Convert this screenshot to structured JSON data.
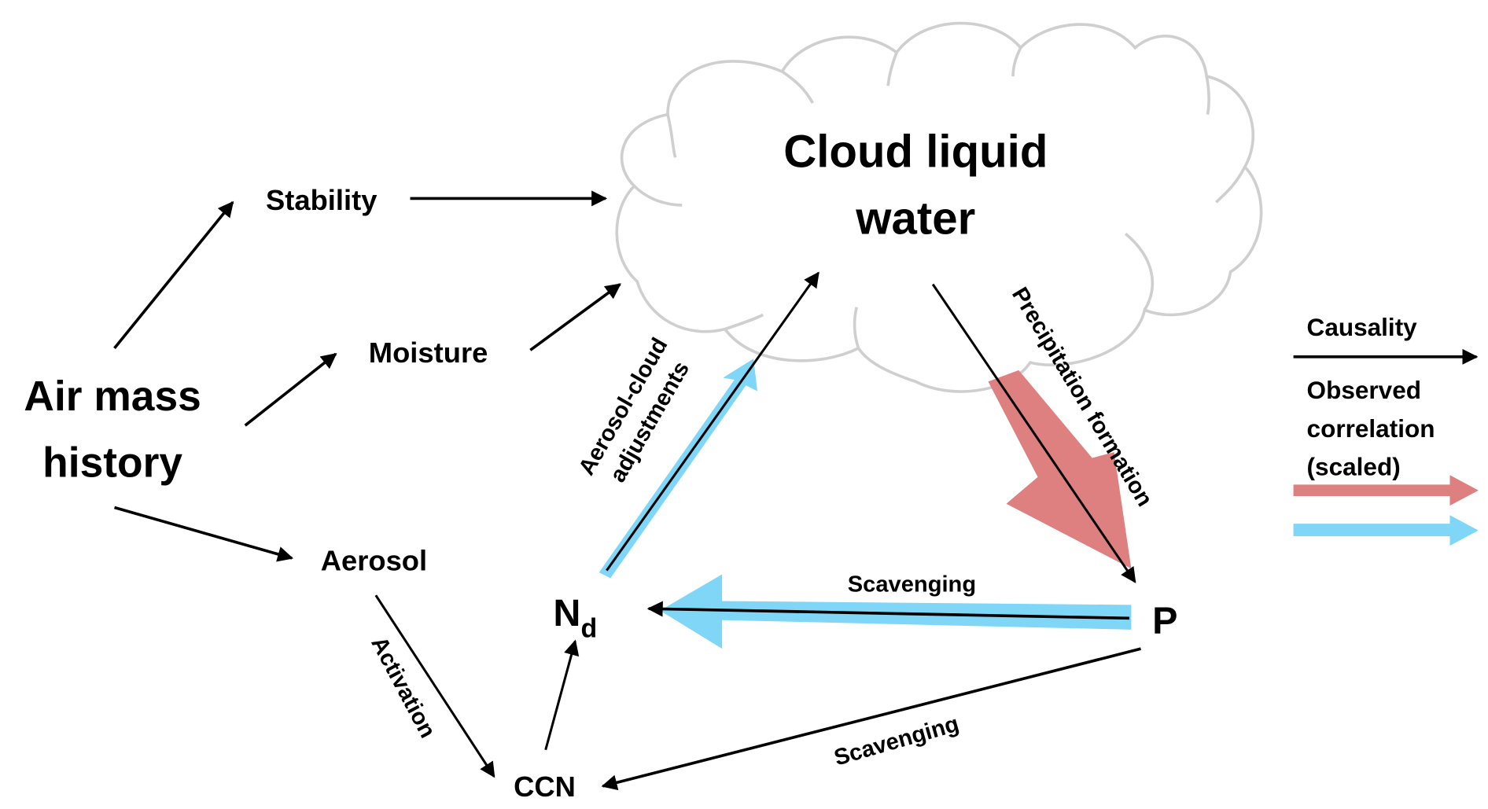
{
  "nodes": {
    "air_mass_line1": "Air mass",
    "air_mass_line2": "history",
    "stability": "Stability",
    "moisture": "Moisture",
    "aerosol": "Aerosol",
    "ccn": "CCN",
    "nd_main": "N",
    "nd_sub": "d",
    "precip": "P",
    "cloud_line1": "Cloud liquid",
    "cloud_line2": "water"
  },
  "edge_labels": {
    "aerosol_cloud_line1": "Aerosol-cloud",
    "aerosol_cloud_line2": "adjustments",
    "precipitation_formation": "Precipitation formation",
    "scavenging_p_nd": "Scavenging",
    "scavenging_p_ccn": "Scavenging",
    "activation": "Activation"
  },
  "edges": [
    {
      "from": "Air mass history",
      "to": "Stability",
      "type": "causality"
    },
    {
      "from": "Air mass history",
      "to": "Moisture",
      "type": "causality"
    },
    {
      "from": "Air mass history",
      "to": "Aerosol",
      "type": "causality"
    },
    {
      "from": "Stability",
      "to": "Cloud liquid water",
      "type": "causality"
    },
    {
      "from": "Moisture",
      "to": "Cloud liquid water",
      "type": "causality"
    },
    {
      "from": "Aerosol",
      "to": "CCN",
      "type": "causality",
      "label": "Activation"
    },
    {
      "from": "CCN",
      "to": "Nd",
      "type": "causality"
    },
    {
      "from": "Nd",
      "to": "Cloud liquid water",
      "type": "causality",
      "label": "Aerosol-cloud adjustments"
    },
    {
      "from": "Cloud liquid water",
      "to": "P",
      "type": "causality",
      "label": "Precipitation formation"
    },
    {
      "from": "P",
      "to": "Nd",
      "type": "causality",
      "label": "Scavenging"
    },
    {
      "from": "P",
      "to": "CCN",
      "type": "causality",
      "label": "Scavenging"
    },
    {
      "from": "Nd",
      "to": "Cloud liquid water",
      "type": "observed-correlation",
      "color": "blue"
    },
    {
      "from": "Cloud liquid water",
      "to": "P",
      "type": "observed-correlation",
      "color": "red"
    },
    {
      "from": "P",
      "to": "Nd",
      "type": "observed-correlation",
      "color": "blue"
    }
  ],
  "legend": {
    "causality": "Causality",
    "observed_line1": "Observed",
    "observed_line2": "correlation",
    "observed_line3": "(scaled)"
  },
  "colors": {
    "causality": "#000000",
    "positive_correlation": "#df8080",
    "negative_correlation": "#80d6f7",
    "cloud_outline": "#cfcfcf"
  }
}
